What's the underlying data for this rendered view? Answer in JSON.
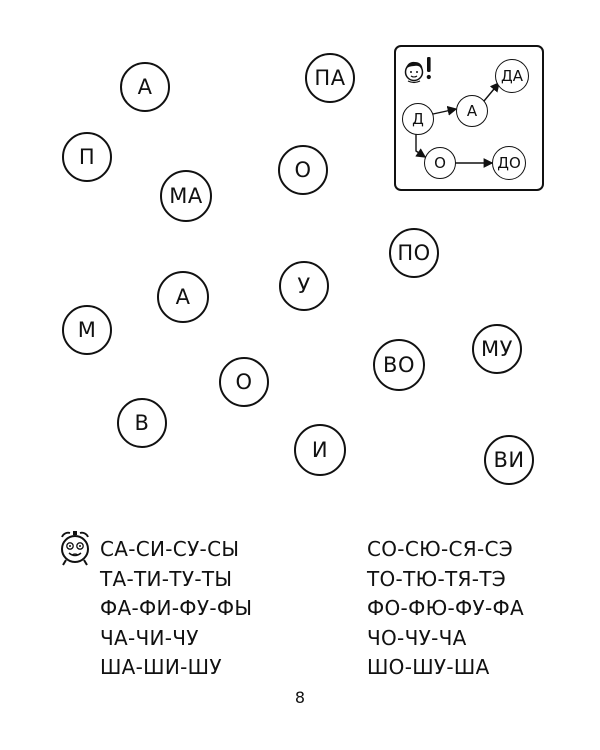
{
  "circles": [
    {
      "id": "a1",
      "label": "А"
    },
    {
      "id": "pa",
      "label": "ПА"
    },
    {
      "id": "p",
      "label": "П"
    },
    {
      "id": "o1",
      "label": "О"
    },
    {
      "id": "ma",
      "label": "МА"
    },
    {
      "id": "po",
      "label": "ПО"
    },
    {
      "id": "a2",
      "label": "А"
    },
    {
      "id": "u",
      "label": "У"
    },
    {
      "id": "m",
      "label": "М"
    },
    {
      "id": "mu",
      "label": "МУ"
    },
    {
      "id": "vo",
      "label": "ВО"
    },
    {
      "id": "o2",
      "label": "О"
    },
    {
      "id": "v",
      "label": "В"
    },
    {
      "id": "i",
      "label": "И"
    },
    {
      "id": "vi",
      "label": "ВИ"
    }
  ],
  "example": {
    "icon": "child-face-with-exclamation-icon",
    "nodes": [
      "Д",
      "А",
      "ДА",
      "О",
      "ДО"
    ]
  },
  "syllables": {
    "icon": "alarm-clock-icon",
    "left": [
      "СА-СИ-СУ-СЫ",
      "ТА-ТИ-ТУ-ТЫ",
      "ФА-ФИ-ФУ-ФЫ",
      "ЧА-ЧИ-ЧУ",
      "ША-ШИ-ШУ"
    ],
    "right": [
      "СО-СЮ-СЯ-СЭ",
      "ТО-ТЮ-ТЯ-ТЭ",
      "ФО-ФЮ-ФУ-ФА",
      "ЧО-ЧУ-ЧА",
      "ШО-ШУ-ША"
    ]
  },
  "page_number": "8"
}
